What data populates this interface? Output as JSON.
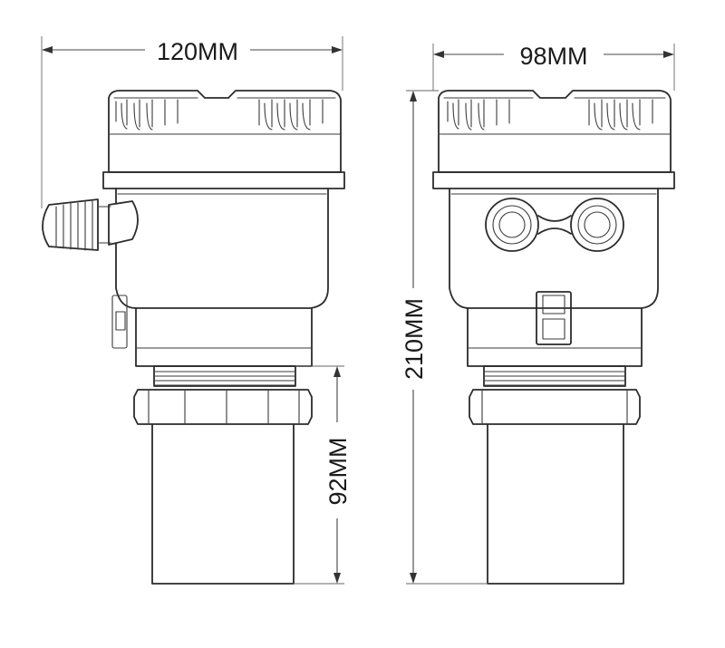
{
  "dimensions": {
    "side_width": "120MM",
    "front_width": "98MM",
    "total_height": "210MM",
    "probe_height": "92MM"
  }
}
